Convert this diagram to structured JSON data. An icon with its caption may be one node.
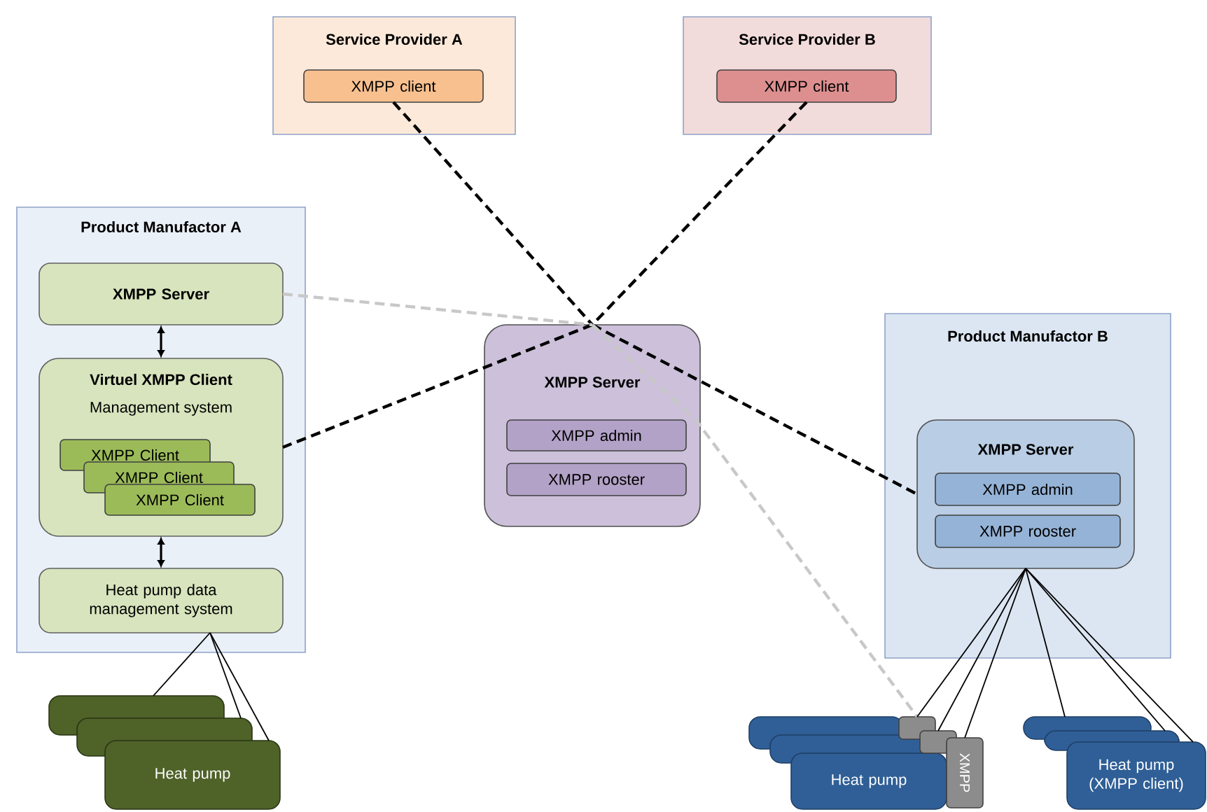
{
  "diagram": {
    "nodes": [
      {
        "text": [
          "Service Provider A"
        ]
      },
      {
        "text": [
          "XMPP client"
        ],
        "in": 0
      },
      {
        "text": [
          "Service Provider B"
        ]
      },
      {
        "text": [
          "XMPP client"
        ],
        "in": 2
      },
      {
        "text": [
          "Product Manufactor A"
        ]
      },
      {
        "text": [
          "XMPP Server"
        ],
        "in": 4
      },
      {
        "text": [
          "Virtuel XMPP Client",
          "Management system"
        ],
        "in": 4
      },
      {
        "text": [
          "XMPP Client"
        ],
        "in": 6
      },
      {
        "text": [
          "XMPP Client"
        ],
        "in": 6
      },
      {
        "text": [
          "XMPP Client"
        ],
        "in": 6
      },
      {
        "text": [
          "Heat pump data management system"
        ],
        "in": 4
      },
      {
        "text": [
          "XMPP Server"
        ]
      },
      {
        "text": [
          "XMPP admin"
        ],
        "in": 11
      },
      {
        "text": [
          "XMPP rooster"
        ],
        "in": 11
      },
      {
        "text": [
          "Product Manufactor B"
        ]
      },
      {
        "text": [
          "XMPP Server"
        ],
        "in": 14
      },
      {
        "text": [
          "XMPP admin"
        ],
        "in": 15
      },
      {
        "text": [
          "XMPP rooster"
        ],
        "in": 15
      },
      {
        "text": [],
        "shape": "box"
      },
      {
        "text": [],
        "shape": "box"
      },
      {
        "text": [
          "Heat pump"
        ]
      },
      {
        "text": [],
        "shape": "box"
      },
      {
        "text": [],
        "shape": "box"
      },
      {
        "text": [
          "Heat pump"
        ]
      },
      {
        "text": [],
        "shape": "box"
      },
      {
        "text": [],
        "shape": "box"
      },
      {
        "text": [
          "XMPP"
        ]
      },
      {
        "text": [],
        "shape": "box"
      },
      {
        "text": [],
        "shape": "box"
      },
      {
        "text": [
          "Heat pump (XMPP client)"
        ]
      }
    ],
    "edges": [
      {
        "from": 1,
        "to": 11,
        "arrow": "none",
        "style": "dashed"
      },
      {
        "from": 3,
        "to": 11,
        "arrow": "none",
        "style": "dashed"
      },
      {
        "from": 11,
        "to": 6,
        "arrow": "none",
        "style": "dashed"
      },
      {
        "from": 11,
        "to": 15,
        "arrow": "none",
        "style": "dashed"
      },
      {
        "from": 5,
        "to": 11,
        "arrow": "none",
        "style": "dashed",
        "color": "#c8c8c8"
      },
      {
        "from": 11,
        "to": 24,
        "arrow": "none",
        "style": "dashed",
        "color": "#c8c8c8"
      },
      {
        "from": 5,
        "to": 6,
        "arrow": "both"
      },
      {
        "from": 6,
        "to": 10,
        "arrow": "both"
      },
      {
        "from": 10,
        "to": 18,
        "arrow": "none"
      },
      {
        "from": 10,
        "to": 19,
        "arrow": "none"
      },
      {
        "from": 10,
        "to": 20,
        "arrow": "none"
      },
      {
        "from": 15,
        "to": 24,
        "arrow": "none"
      },
      {
        "from": 15,
        "to": 25,
        "arrow": "none"
      },
      {
        "from": 15,
        "to": 26,
        "arrow": "none"
      },
      {
        "from": 15,
        "to": 27,
        "arrow": "none"
      },
      {
        "from": 15,
        "to": 28,
        "arrow": "none"
      },
      {
        "from": 15,
        "to": 29,
        "arrow": "none"
      }
    ]
  }
}
